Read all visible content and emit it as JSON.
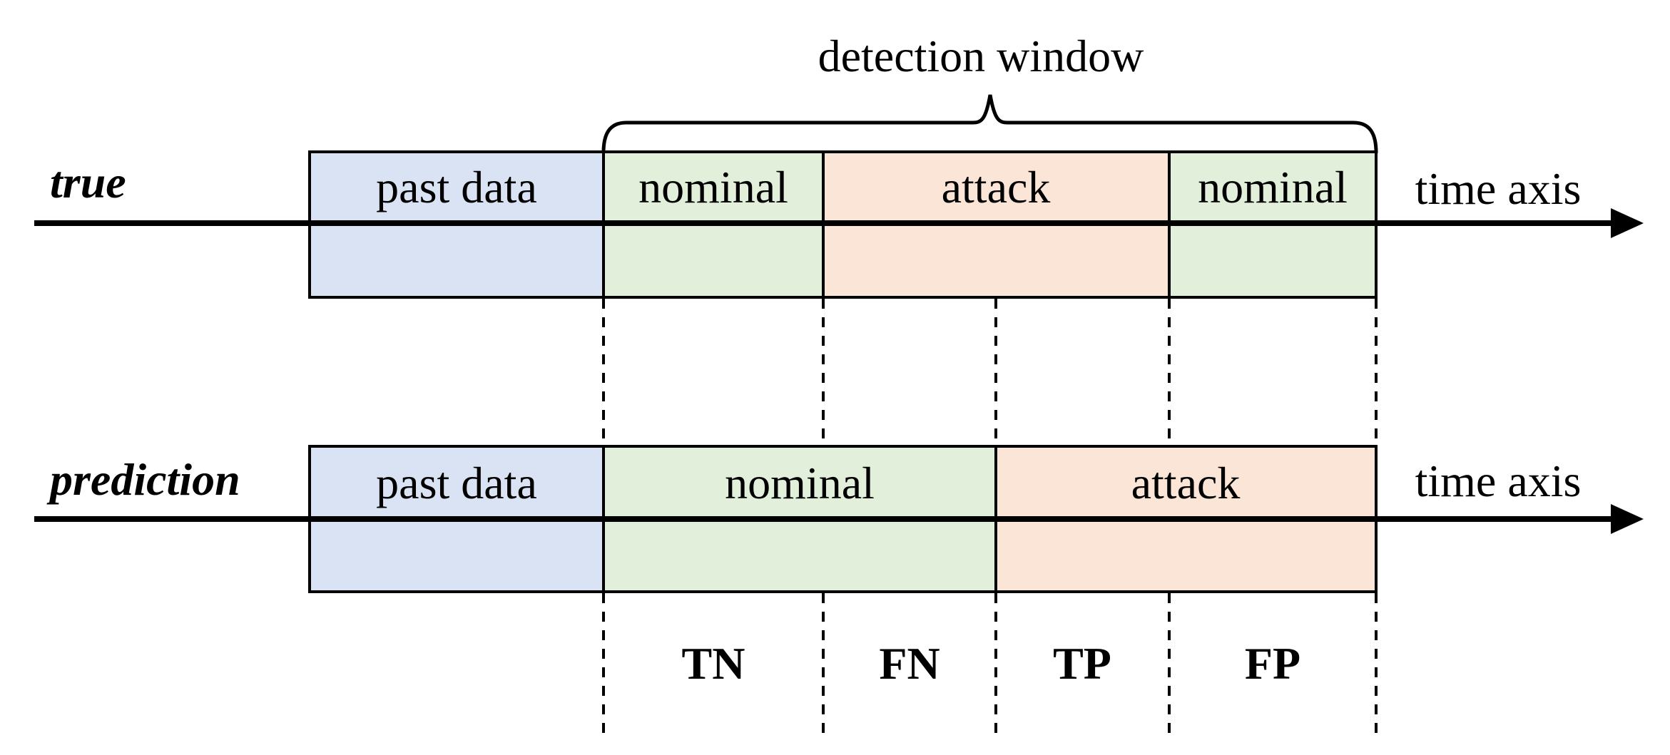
{
  "title": {
    "detection_window": "detection window"
  },
  "colors": {
    "past_data": "#DAE3F3",
    "nominal": "#E2EFDA",
    "attack": "#FBE5D6",
    "line": "#000000"
  },
  "true_row": {
    "label": "true",
    "segments": {
      "past": "past data",
      "nominal_before": "nominal",
      "attack": "attack",
      "nominal_after": "nominal"
    },
    "time_axis_label": "time axis"
  },
  "prediction_row": {
    "label": "prediction",
    "segments": {
      "past": "past data",
      "nominal": "nominal",
      "attack": "attack"
    },
    "time_axis_label": "time axis"
  },
  "outcomes": {
    "tn": "TN",
    "fn": "FN",
    "tp": "TP",
    "fp": "FP"
  }
}
